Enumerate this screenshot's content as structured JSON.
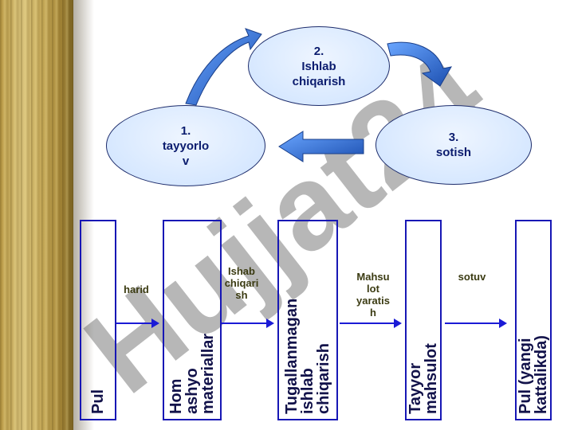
{
  "watermark": "Hujjat24",
  "cycle": {
    "stage1": "1.\ntayyorlo\nv",
    "stage2": "2.\nIshlab\nchiqarish",
    "stage3": "3.\nsotish"
  },
  "flow": {
    "boxes": [
      "Pul",
      "Hom ashyo\nmateriallar",
      "Tugallanmagan\nishlab chiqarish",
      "Tayyor mahsulot",
      "Pul (yangi\nkattalikda)"
    ],
    "steps": [
      "harid",
      "Ishab\nchiqari\nsh",
      "Mahsu\nlot\nyaratis\nh",
      "sotuv"
    ]
  },
  "colors": {
    "box_border": "#1717b5",
    "ellipse_fill": "#d7e8ff",
    "arrow_blue": "#2a6fd6"
  }
}
